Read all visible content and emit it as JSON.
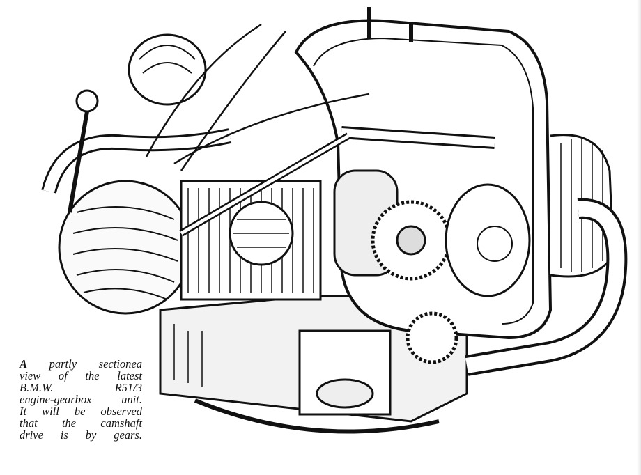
{
  "figure": {
    "subject": "engine-cutaway-illustration"
  },
  "caption": {
    "lead": "A",
    "lines": [
      "partly sectionea",
      "view of the latest",
      "B.M.W. R51/3",
      "engine-gearbox unit.",
      "It will be observed",
      "that the camshaft",
      "drive is by gears."
    ]
  }
}
